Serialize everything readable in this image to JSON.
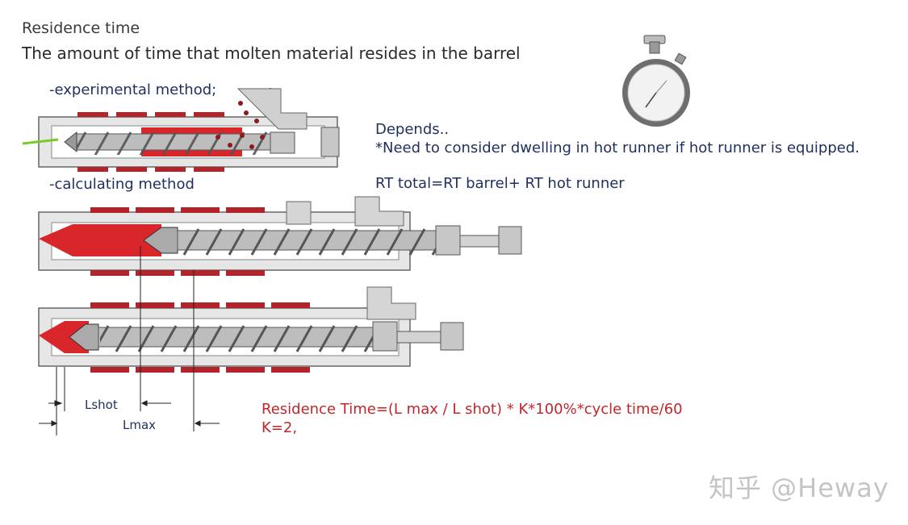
{
  "header": {
    "title": "Residence time",
    "subtitle": "The amount of time that molten material resides in the barrel"
  },
  "methods": {
    "experimental_label": "-experimental method;",
    "calculating_label": "-calculating method"
  },
  "notes": {
    "depends": "Depends..",
    "hot_runner_note": "*Need to consider dwelling in hot runner if hot runner is equipped.",
    "rt_total": "RT total=RT barrel+ RT hot runner"
  },
  "formula": {
    "line1": "Residence Time=(L max / L shot) * K*100%*cycle time/60",
    "line2": "K=2,"
  },
  "dimensions": {
    "lshot": "Lshot",
    "lmax": "Lmax"
  },
  "watermark": "知乎 @Heway",
  "colors": {
    "melt_red": "#d9262b",
    "heater_red": "#b3232a",
    "barrel_gray": "#c9c9c9",
    "text_navy": "#1f2f5f",
    "formula_red": "#c0262a"
  }
}
